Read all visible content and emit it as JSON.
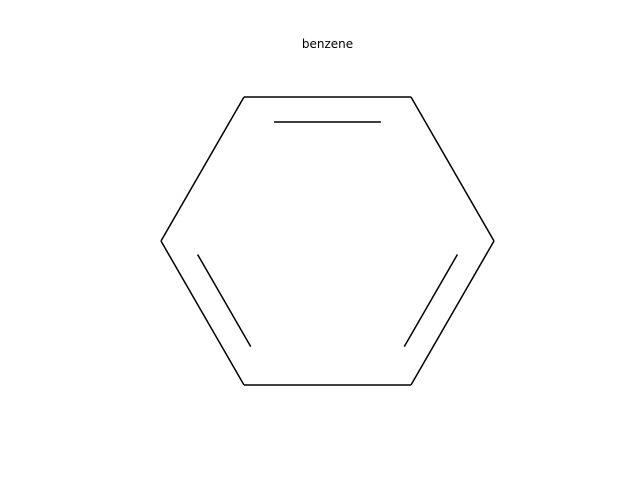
{
  "diagram": {
    "title": "benzene",
    "molecule": {
      "ring_atoms": 6,
      "bonds": [
        {
          "from": 0,
          "to": 1,
          "order": 2
        },
        {
          "from": 1,
          "to": 2,
          "order": 1
        },
        {
          "from": 2,
          "to": 3,
          "order": 2
        },
        {
          "from": 3,
          "to": 4,
          "order": 1
        },
        {
          "from": 4,
          "to": 5,
          "order": 2
        },
        {
          "from": 5,
          "to": 0,
          "order": 1
        }
      ]
    },
    "colors": {
      "background": "#ffffff",
      "bond": "#000000",
      "text": "#000000"
    }
  }
}
